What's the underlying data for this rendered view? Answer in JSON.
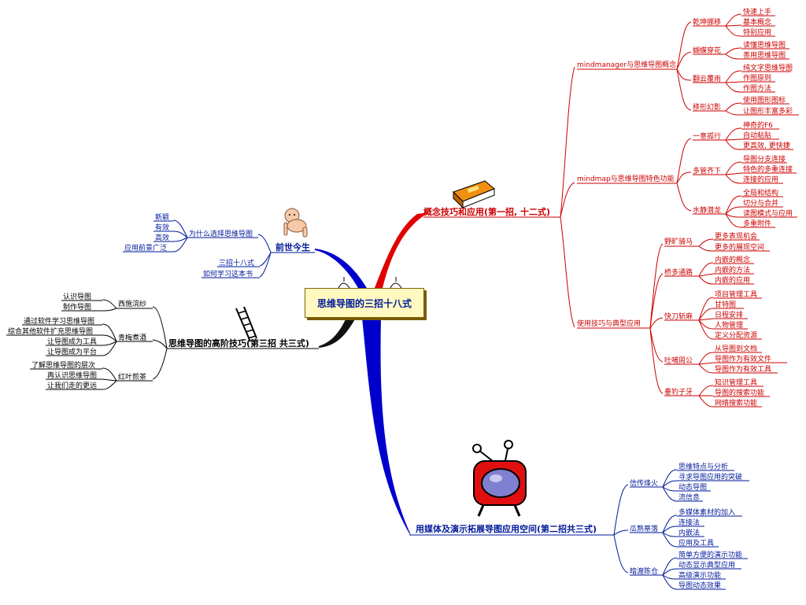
{
  "central": "思维导图的三招十八式",
  "branches": {
    "concept": {
      "label": "概念技巧和应用(第一招, 十二式)",
      "groups": [
        {
          "label": "mindmanager与思维导图概念",
          "subs": [
            {
              "label": "乾坤挪移",
              "leaves": [
                "快速上手",
                "基本概念",
                "特别应用"
              ]
            },
            {
              "label": "蝴蝶穿花",
              "leaves": [
                "读懂思维导图",
                "善用思维导图"
              ]
            },
            {
              "label": "翻云覆雨",
              "leaves": [
                "纯文字思维导图",
                "作图原则",
                "作图方法"
              ]
            },
            {
              "label": "移形幻影",
              "leaves": [
                "使用图形图标",
                "让图形丰富多彩"
              ]
            }
          ]
        },
        {
          "label": "mindmap与思维导图特色功能",
          "subs": [
            {
              "label": "一意孤行",
              "leaves": [
                "神奇的F6",
                "自动粘贴",
                "更高效, 更快捷"
              ]
            },
            {
              "label": "多管齐下",
              "leaves": [
                "导图分支连接",
                "特色的多重连接",
                "连接的应用"
              ]
            },
            {
              "label": "水静潜龙",
              "leaves": [
                "全局和结构",
                "切分与合并",
                "读图模式与应用",
                "多重附件"
              ]
            }
          ]
        },
        {
          "label": "使用技巧与典型应用",
          "subs": [
            {
              "label": "野旷骑马",
              "leaves": [
                "更多表现机会",
                "更多的展现空间"
              ]
            },
            {
              "label": "桥多通路",
              "leaves": [
                "内嵌的概念",
                "内嵌的方法",
                "内嵌的应用"
              ]
            },
            {
              "label": "快刀斩麻",
              "leaves": [
                "项目管理工具",
                "甘特图",
                "日程安排",
                "人物管理",
                "定义分配资源"
              ]
            },
            {
              "label": "吐哺周公",
              "leaves": [
                "从导图到文档",
                "导图作为有效文件",
                "导图作为有效工具"
              ]
            },
            {
              "label": "垂钓子牙",
              "leaves": [
                "知识管理工具",
                "导图的搜索功能",
                "网络搜索功能"
              ]
            }
          ]
        }
      ]
    },
    "media": {
      "label": "用媒体及演示拓展导图应用空间(第二招共三式)",
      "subs": [
        {
          "label": "信传烽火",
          "leaves": [
            "思维特点与分析",
            "寻求导图应用的突破",
            "动态导图",
            "流信息"
          ]
        },
        {
          "label": "瓜熟蒂落",
          "leaves": [
            "多媒体素材的加入",
            "连接法",
            "内嵌法",
            "应用及工具"
          ]
        },
        {
          "label": "暗渡陈仓",
          "leaves": [
            "简单方便的演示功能",
            "动态显示典型应用",
            "高级演示功能",
            "导图动态效果"
          ]
        }
      ]
    },
    "history": {
      "label": "前世今生",
      "subs": [
        {
          "label": "为什么选择思维导图",
          "leaves": [
            "新颖",
            "有效",
            "高效",
            "应用前景广泛"
          ]
        },
        {
          "label": "三招十八式",
          "leaves": []
        },
        {
          "label": "如何学习这本书",
          "leaves": []
        }
      ]
    },
    "advanced": {
      "label": "思维导图的高阶技巧(第三招 共三式)",
      "subs": [
        {
          "label": "西施浣纱",
          "leaves": [
            "认识导图",
            "制作导图"
          ]
        },
        {
          "label": "青梅煮酒",
          "leaves": [
            "通过软件学习思维导图",
            "综合其他软件扩充思维导图",
            "让导图成为工具",
            "让导图成为平台"
          ]
        },
        {
          "label": "红叶煎茶",
          "leaves": [
            "了解思维导图的层次",
            "再认识思维导图",
            "让我们走的更远"
          ]
        }
      ]
    }
  },
  "colors": {
    "concept": "#cc0000",
    "media": "#001a99",
    "history": "#001a99",
    "advanced": "#000000"
  },
  "icons": [
    "book-icon",
    "baby-icon",
    "ladder-icon",
    "television-icon"
  ]
}
